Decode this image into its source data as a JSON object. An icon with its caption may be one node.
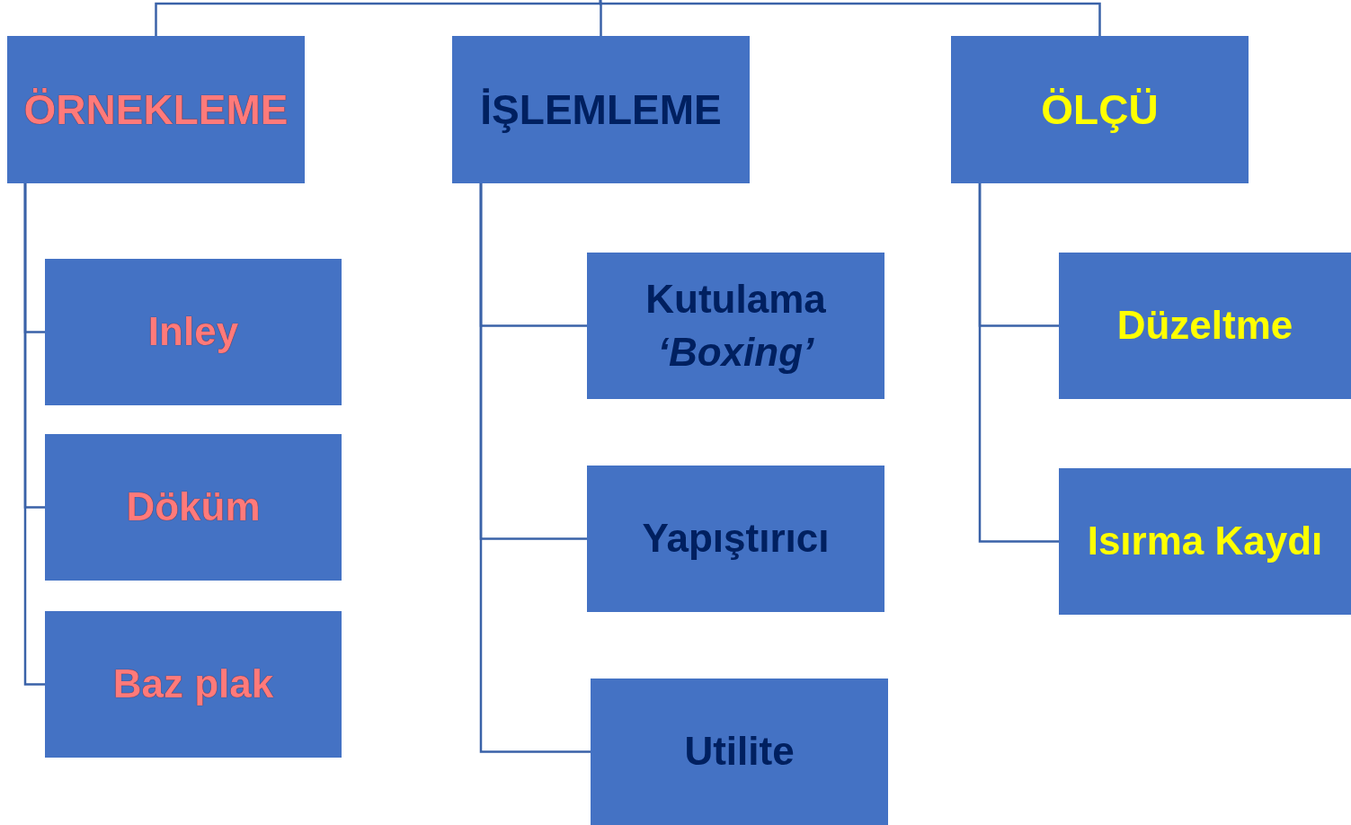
{
  "diagram": {
    "nodes": [
      {
        "text": [
          "ÖRNEKLEME"
        ]
      },
      {
        "text": [
          "İŞLEMLEME"
        ]
      },
      {
        "text": [
          "ÖLÇÜ"
        ]
      },
      {
        "text": [
          "Inley"
        ]
      },
      {
        "text": [
          "Döküm"
        ]
      },
      {
        "text": [
          "Baz plak"
        ]
      },
      {
        "text": [
          "Kutulama",
          "*‘Boxing’*"
        ]
      },
      {
        "text": [
          "Yapıştırıcı"
        ]
      },
      {
        "text": [
          "Utilite"
        ]
      },
      {
        "text": [
          "Düzeltme"
        ]
      },
      {
        "text": [
          "Isırma Kaydı"
        ]
      }
    ],
    "edges": [
      {
        "from": null,
        "to": 0,
        "arrow": "none"
      },
      {
        "from": null,
        "to": 1,
        "arrow": "none"
      },
      {
        "from": null,
        "to": 2,
        "arrow": "none"
      },
      {
        "from": 0,
        "to": 3,
        "arrow": "none"
      },
      {
        "from": 0,
        "to": 4,
        "arrow": "none"
      },
      {
        "from": 0,
        "to": 5,
        "arrow": "none"
      },
      {
        "from": 1,
        "to": 6,
        "arrow": "none"
      },
      {
        "from": 1,
        "to": 7,
        "arrow": "none"
      },
      {
        "from": 1,
        "to": 8,
        "arrow": "none"
      },
      {
        "from": 2,
        "to": 9,
        "arrow": "none"
      },
      {
        "from": 2,
        "to": 10,
        "arrow": "none"
      }
    ]
  }
}
